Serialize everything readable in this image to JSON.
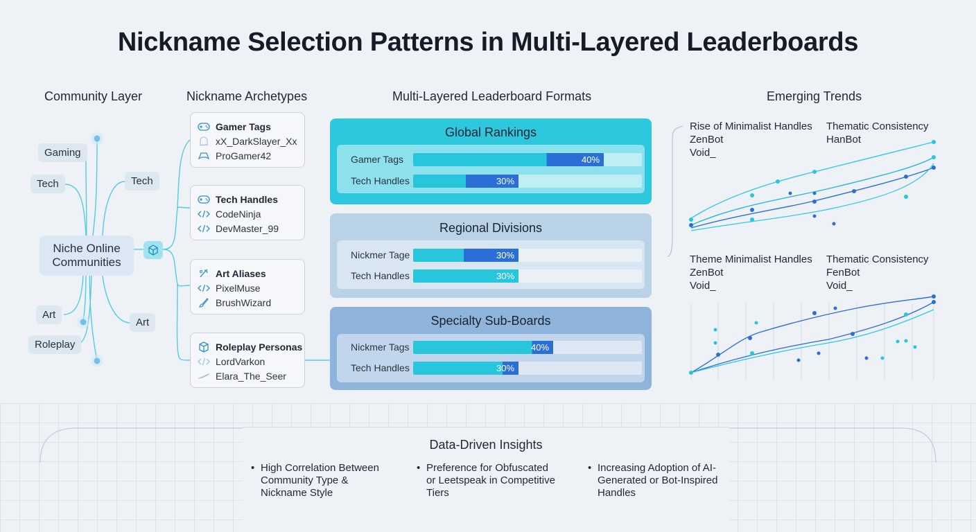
{
  "title": "Nickname Selection Patterns in Multi-Layered Leaderboards",
  "columns": {
    "community": "Community Layer",
    "archetypes": "Nickname Archetypes",
    "formats": "Multi-Layered Leaderboard Formats",
    "trends": "Emerging Trends"
  },
  "community": {
    "center": "Niche Online Communities",
    "nodes": [
      "Gaming",
      "Tech",
      "Tech",
      "Art",
      "Art",
      "Roleplay"
    ]
  },
  "archetypes": [
    {
      "title": "Gamer Tags",
      "icon": "gamepad-icon",
      "items": [
        {
          "text": "xX_DarkSlayer_Xx",
          "icon": "ghost-icon"
        },
        {
          "text": "ProGamer42",
          "icon": "controller-icon"
        }
      ]
    },
    {
      "title": "Tech Handles",
      "icon": "gamepad-icon",
      "items": [
        {
          "text": "CodeNinja",
          "icon": "code-icon"
        },
        {
          "text": "DevMaster_99",
          "icon": "code-icon"
        }
      ]
    },
    {
      "title": "Art Aliases",
      "icon": "palette-icon",
      "items": [
        {
          "text": "PixelMuse",
          "icon": "code-icon"
        },
        {
          "text": "BrushWizard",
          "icon": "brush-icon"
        }
      ]
    },
    {
      "title": "Roleplay Personas",
      "icon": "helmet-icon",
      "items": [
        {
          "text": "LordVarkon",
          "icon": "code-icon"
        },
        {
          "text": "Elara_The_Seer",
          "icon": "feather-icon"
        }
      ]
    }
  ],
  "chart_data": [
    {
      "type": "bar",
      "title": "Global Rankings",
      "categories": [
        "Gamer Tags",
        "Tech Handles"
      ],
      "values": [
        40,
        30
      ],
      "unit": "%",
      "labels": [
        "40%",
        "30%"
      ]
    },
    {
      "type": "bar",
      "title": "Regional Divisions",
      "categories": [
        "Nickmer Tage",
        "Tech Handles"
      ],
      "values": [
        30,
        30
      ],
      "unit": "%",
      "labels": [
        "30%",
        "30%"
      ]
    },
    {
      "type": "bar",
      "title": "Specialty Sub-Boards",
      "categories": [
        "Nickmer Tags",
        "Tech Handles"
      ],
      "values": [
        40,
        30
      ],
      "unit": "%",
      "labels": [
        "40%",
        "30%"
      ]
    }
  ],
  "panel_colors": {
    "global": "#2ec8de",
    "regional": "#b9d2e6",
    "specialty": "#8eb4dc",
    "fill_dark": "#2b6fd6",
    "fill_light": "#27c6dd"
  },
  "trends": {
    "top": {
      "left_title": "Rise of Minimalist Handles",
      "left_items": [
        "ZenBot",
        "Void_"
      ],
      "right_title": "Thematic Consistency",
      "right_items": [
        "HanBot"
      ]
    },
    "bottom": {
      "left_title": "Theme Minimalist Handles",
      "left_items": [
        "ZenBot",
        "Void_"
      ],
      "right_title": "Thematic Consistency",
      "right_items": [
        "FenBot",
        "Void_"
      ]
    }
  },
  "insights": {
    "title": "Data-Driven Insights",
    "items": [
      "High Correlation Between Community Type & Nickname Style",
      "Preference for Obfuscated or Leetspeak in Competitive Tiers",
      "Increasing Adoption of AI-Generated or Bot-Inspired Handles"
    ]
  }
}
